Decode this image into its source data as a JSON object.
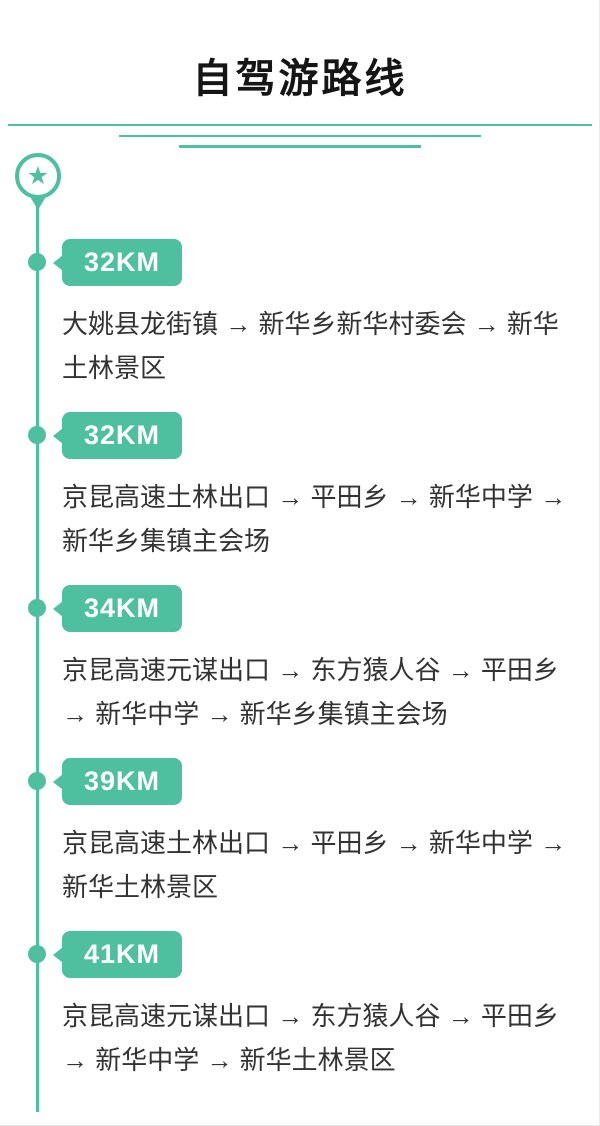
{
  "title": "自驾游路线",
  "theme": {
    "accent": "#4ec0a0",
    "text_color": "#333333",
    "title_color": "#151515"
  },
  "icons": {
    "pin_star_glyph": "★"
  },
  "timeline": {
    "routes": [
      {
        "distance": "32KM",
        "description": "大姚县龙街镇 → 新华乡新华村委会 → 新华土林景区"
      },
      {
        "distance": "32KM",
        "description": "京昆高速土林出口 → 平田乡 → 新华中学 → 新华乡集镇主会场"
      },
      {
        "distance": "34KM",
        "description": "京昆高速元谋出口 → 东方猿人谷 → 平田乡 → 新华中学 → 新华乡集镇主会场"
      },
      {
        "distance": "39KM",
        "description": "京昆高速土林出口 → 平田乡 → 新华中学 → 新华土林景区"
      },
      {
        "distance": "41KM",
        "description": "京昆高速元谋出口 → 东方猿人谷 → 平田乡 → 新华中学 → 新华土林景区"
      }
    ]
  }
}
